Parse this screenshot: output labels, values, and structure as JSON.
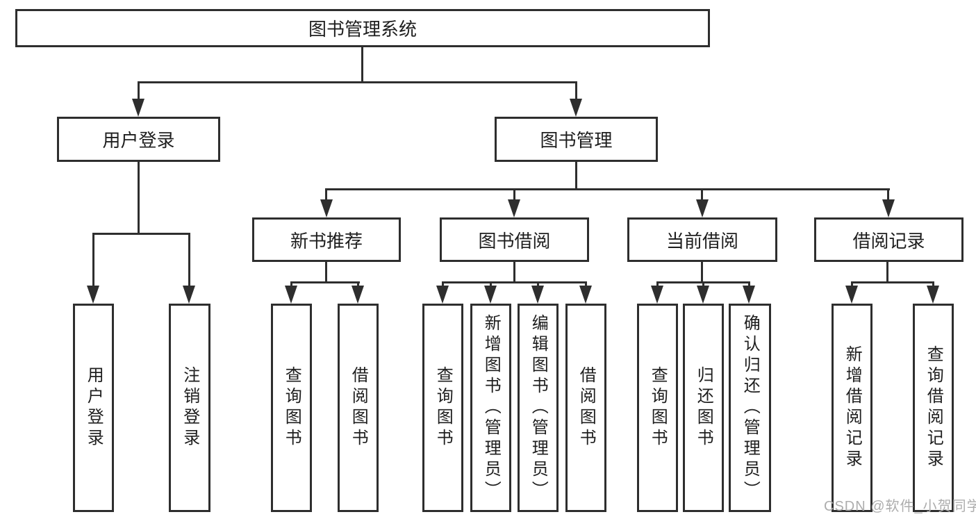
{
  "diagram": {
    "title": "图书管理系统",
    "nodes": {
      "root": "图书管理系统",
      "user_login": "用户登录",
      "book_mgmt": "图书管理",
      "new_book_rec": "新书推荐",
      "book_borrow": "图书借阅",
      "current_borrow": "当前借阅",
      "borrow_records": "借阅记录"
    },
    "leaves": {
      "user": [
        "用户登录",
        "注销登录"
      ],
      "rec": [
        "查询图书",
        "借阅图书"
      ],
      "borrow": [
        "查询图书",
        "新增图书（管理员）",
        "编辑图书（管理员）",
        "借阅图书"
      ],
      "current": [
        "查询图书",
        "归还图书",
        "确认归还（管理员）"
      ],
      "records": [
        "新增借阅记录",
        "查询借阅记录"
      ]
    },
    "colors": {
      "line": "#2e2e2e",
      "text": "#1e1e1e",
      "background": "#ffffff",
      "watermark": "#adadad"
    }
  },
  "watermark": "CSDN @软件_小贺同学"
}
